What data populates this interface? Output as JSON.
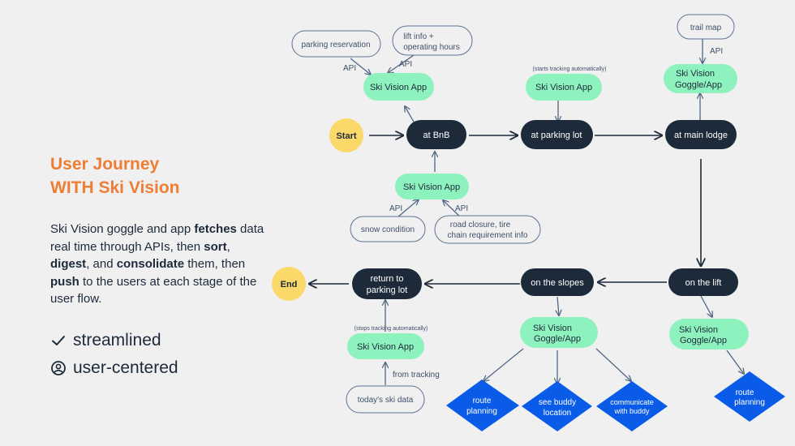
{
  "left": {
    "title_line1": "User Journey",
    "title_line2": "WITH Ski Vision",
    "description": {
      "p1": "Ski Vision goggle and app ",
      "w1": "fetches",
      "p2": " data real time through APIs, then ",
      "w2": "sort",
      "p3": ", ",
      "w3": "digest",
      "p4": ", and ",
      "w4": "consolidate",
      "p5": " them, then ",
      "w5": "push",
      "p6": " to the users at each stage of the user flow."
    },
    "features": [
      {
        "icon": "checkmark-icon",
        "label": "streamlined"
      },
      {
        "icon": "user-circle-icon",
        "label": "user-centered"
      }
    ]
  },
  "colors": {
    "accent": "#ee7d35",
    "dark_node": "#1d2a3a",
    "green_node": "#8ef2bf",
    "yellow_node": "#fbd86a",
    "blue_node": "#0a5ce8",
    "outline": "#5b7391",
    "arrow_main": "#1d2a3a",
    "arrow_side": "#4f6682",
    "background": "#f0f0f1"
  },
  "diagram": {
    "start": "Start",
    "end": "End",
    "stages": {
      "bnb": "at BnB",
      "parking": "at parking lot",
      "lodge": "at main lodge",
      "lift": "on the lift",
      "slopes": "on the slopes",
      "return": [
        "return to",
        "parking lot"
      ]
    },
    "apps": {
      "bnb_top": "Ski Vision App",
      "bnb_bottom": "Ski Vision App",
      "parking": "Ski Vision App",
      "lodge": [
        "Ski Vision",
        "Goggle/App"
      ],
      "lift": [
        "Ski Vision",
        "Goggle/App"
      ],
      "slopes": [
        "Ski Vision",
        "Goggle/App"
      ],
      "return": "Ski Vision App"
    },
    "sources": {
      "parking_reservation": "parking reservation",
      "lift_info": [
        "lift info +",
        "operating hours"
      ],
      "trail_map": "trail map",
      "snow_condition": "snow condition",
      "road_closure": [
        "road closure, tire",
        "chain requirement info"
      ],
      "todays_ski_data": "today's ski data"
    },
    "notes": {
      "starts_tracking": "(starts tracking automatically)",
      "stops_tracking": "(stops tracking automatically)"
    },
    "api_label": "API",
    "from_tracking": "from tracking",
    "features": {
      "route_planning_slopes": [
        "route",
        "planning"
      ],
      "buddy_location": [
        "see buddy",
        "location"
      ],
      "communicate": [
        "communicate",
        "with buddy"
      ],
      "route_planning_lift": [
        "route",
        "planning"
      ]
    }
  }
}
